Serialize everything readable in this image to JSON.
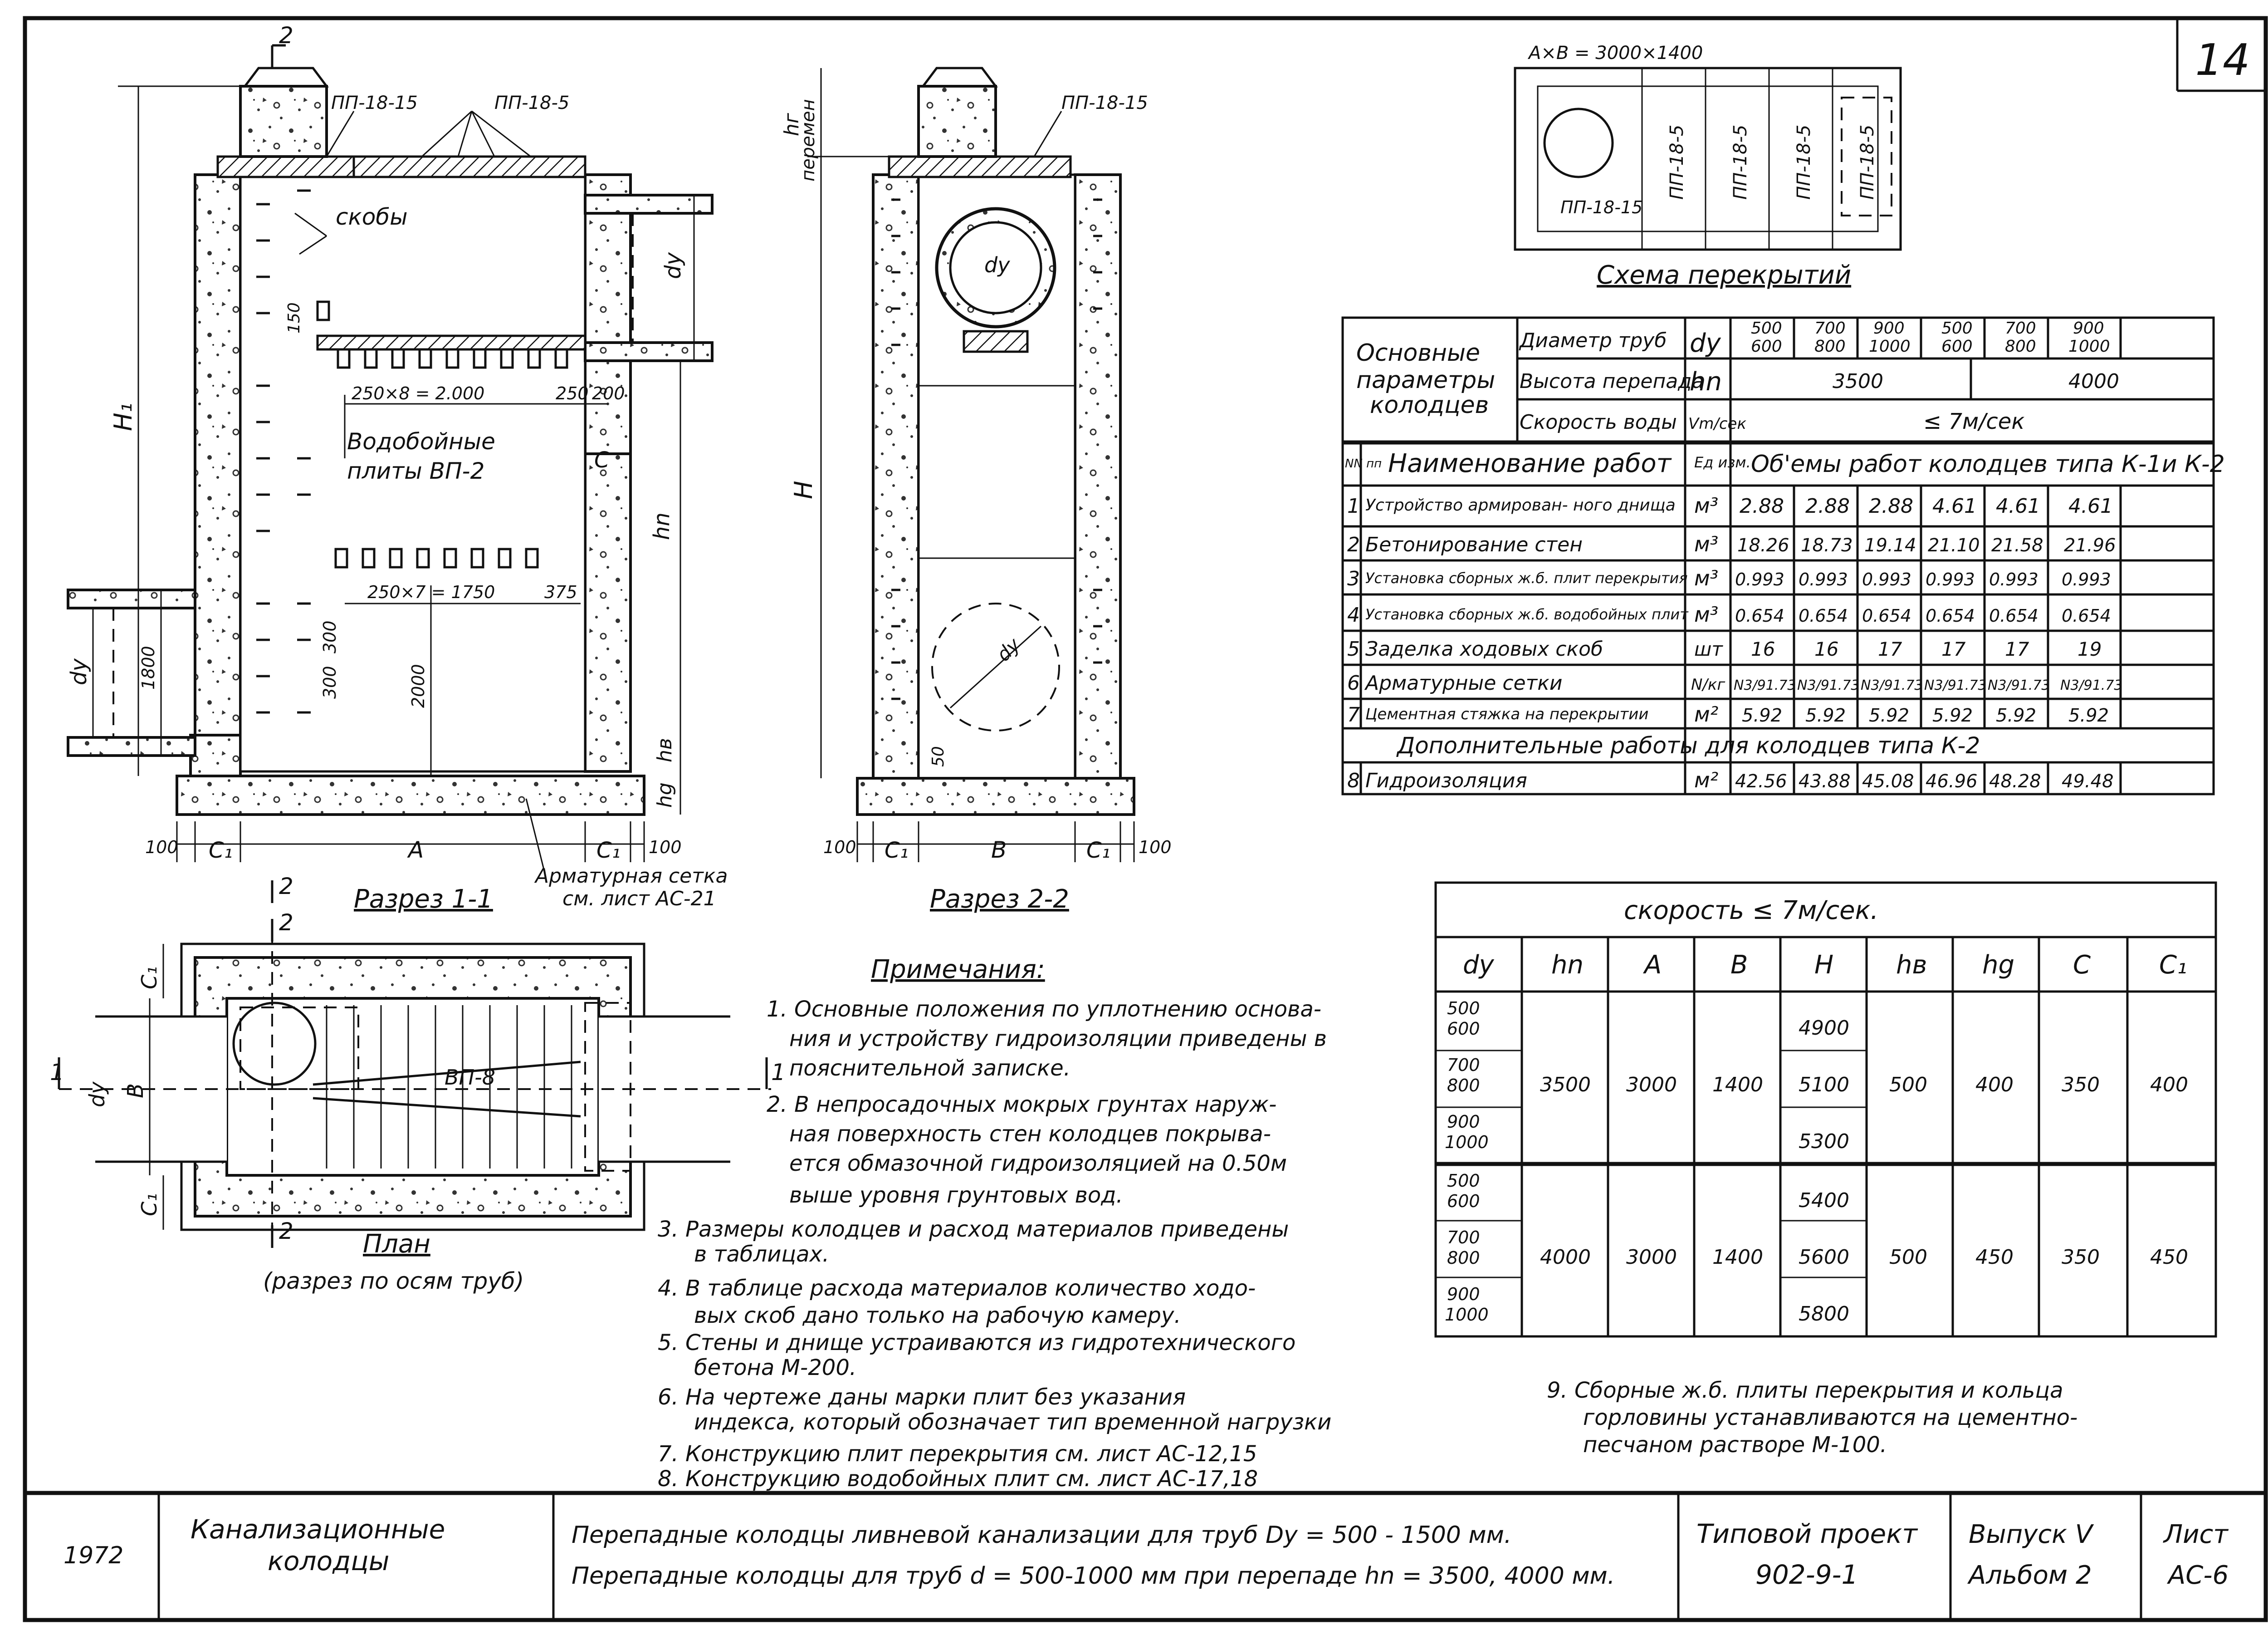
{
  "sheet_number": "14",
  "cover_scheme": {
    "dimension": "A×B = 3000×1400",
    "slabs": [
      "ПП-18-15",
      "ПП-18-5",
      "ПП-18-5",
      "ПП-18-5",
      "ПП-18-5"
    ],
    "caption": "Схема перекрытий"
  },
  "section_1": {
    "title": "Разрез 1-1",
    "labels": {
      "marker_top": "2",
      "slab_a": "ПП-18-15",
      "slab_b": "ПП-18-5",
      "steps": "скобы",
      "dy": "dy",
      "h1": "H₁",
      "dim_150": "150",
      "dim_upper": "250×8 = 2.000",
      "dim_250": "250",
      "dim_200": "200",
      "water_plates_1": "Водобойные",
      "water_plates_2": "плиты ВП-2",
      "c": "C",
      "hn": "hn",
      "dim_lower": "250×7 = 1750",
      "dim_375": "375",
      "dim_1800": "1800",
      "dy_left": "dy",
      "dim_300a": "300",
      "dim_300b": "300",
      "dim_2000": "2000",
      "hv": "hв",
      "hg": "hg",
      "dim_100l": "100",
      "c1_left": "C₁",
      "a": "A",
      "c1_right": "C₁",
      "dim_100r": "100",
      "mesh_note_1": "Арматурная сетка",
      "mesh_note_2": "см. лист АС-21"
    }
  },
  "section_2": {
    "title": "Разрез 2-2",
    "labels": {
      "hg_top": "hг",
      "variable": "перемен",
      "slab": "ПП-18-15",
      "dy_top": "dy",
      "h": "H",
      "dy_bottom": "dy",
      "dim_50": "50",
      "dim_100l": "100",
      "c1_left": "C₁",
      "b": "B",
      "c1_right": "C₁",
      "dim_100r": "100"
    }
  },
  "plan": {
    "title": "План",
    "subtitle": "(разрез по осям труб)",
    "labels": {
      "marker_top": "2",
      "marker_bottom": "2",
      "marker_left": "1",
      "marker_right": "1",
      "c1_top": "C₁",
      "c1_bottom": "C₁",
      "b": "B",
      "dy": "dy",
      "plate": "ВП-8"
    }
  },
  "main_table": {
    "group_header": "Основные параметры колодцев",
    "param_rows": [
      {
        "name": "Диаметр труб",
        "unit": "dy",
        "values": [
          "500\n600",
          "700\n800",
          "900\n1000",
          "500\n600",
          "700\n800",
          "900\n1000"
        ]
      },
      {
        "name": "Высота перепада",
        "unit": "hn",
        "values": [
          "3500",
          "4000"
        ]
      },
      {
        "name": "Скорость воды",
        "unit": "Vm/сек",
        "values": [
          "≤ 7м/сек"
        ]
      }
    ],
    "col_nn": "NN пп",
    "col_name": "Наименование работ",
    "col_unit": "Ед изм.",
    "col_volumes": "Об'емы работ колодцев типа К-1и К-2",
    "rows": [
      {
        "n": "1",
        "name": "Устройство армирован- ного днища",
        "unit": "м³",
        "values": [
          "2.88",
          "2.88",
          "2.88",
          "4.61",
          "4.61",
          "4.61"
        ]
      },
      {
        "n": "2",
        "name": "Бетонирование стен",
        "unit": "м³",
        "values": [
          "18.26",
          "18.73",
          "19.14",
          "21.10",
          "21.58",
          "21.96"
        ]
      },
      {
        "n": "3",
        "name": "Установка сборных ж.б. плит перекрытия",
        "unit": "м³",
        "values": [
          "0.993",
          "0.993",
          "0.993",
          "0.993",
          "0.993",
          "0.993"
        ]
      },
      {
        "n": "4",
        "name": "Установка сборных ж.б. водобойных плит",
        "unit": "м³",
        "values": [
          "0.654",
          "0.654",
          "0.654",
          "0.654",
          "0.654",
          "0.654"
        ]
      },
      {
        "n": "5",
        "name": "Заделка ходовых скоб",
        "unit": "шт",
        "values": [
          "16",
          "16",
          "17",
          "17",
          "17",
          "19"
        ]
      },
      {
        "n": "6",
        "name": "Арматурные сетки",
        "unit": "N/кг",
        "values": [
          "N3/91.73",
          "N3/91.73",
          "N3/91.73",
          "N3/91.73",
          "N3/91.73",
          "N3/91.73"
        ]
      },
      {
        "n": "7",
        "name": "Цементная стяжка на перекрытии",
        "unit": "м²",
        "values": [
          "5.92",
          "5.92",
          "5.92",
          "5.92",
          "5.92",
          "5.92"
        ]
      }
    ],
    "extra_header": "Дополнительные работы для колодцев типа К-2",
    "extra_row": {
      "n": "8",
      "name": "Гидроизоляция",
      "unit": "м²",
      "values": [
        "42.56",
        "43.88",
        "45.08",
        "46.96",
        "48.28",
        "49.48"
      ]
    }
  },
  "dims_table": {
    "title": "скорость ≤ 7м/сек.",
    "headers": [
      "dy",
      "hn",
      "A",
      "B",
      "H",
      "hв",
      "hg",
      "C",
      "C₁"
    ],
    "groups": [
      {
        "dy": [
          "500\n600",
          "700\n800",
          "900\n1000"
        ],
        "hn": "3500",
        "A": "3000",
        "B": "1400",
        "H": [
          "4900",
          "5100",
          "5300"
        ],
        "hv": "500",
        "hg": "400",
        "C": "350",
        "C1": "400"
      },
      {
        "dy": [
          "500\n600",
          "700\n800",
          "900\n1000"
        ],
        "hn": "4000",
        "A": "3000",
        "B": "1400",
        "H": [
          "5400",
          "5600",
          "5800"
        ],
        "hv": "500",
        "hg": "450",
        "C": "350",
        "C1": "450"
      }
    ]
  },
  "notes": {
    "title": "Примечания:",
    "items": [
      "1. Основные положения по уплотнению основа-",
      "ния и устройству гидроизоляции приведены в",
      "пояснительной записке.",
      "2. В непросадочных мокрых грунтах наруж-",
      "ная поверхность стен колодцев покрыва-",
      "ется обмазочной гидроизоляцией на 0.50м",
      "выше уровня грунтовых вод.",
      "3. Размеры колодцев и расход материалов приведены",
      "в таблицах.",
      "4. В таблице расхода материалов количество ходо-",
      "вых скоб дано только на рабочую камеру.",
      "5. Стены и днище устраиваются из гидротехнического",
      "бетона М-200.",
      "6. На чертеже даны марки плит без указания",
      "индекса, который обозначает тип временной нагрузки",
      "7. Конструкцию плит перекрытия см. лист АС-12,15",
      "8. Конструкцию водобойных плит см. лист АС-17,18"
    ],
    "note9": [
      "9. Сборные ж.б. плиты перекрытия и кольца",
      "горловины устанавливаются на цементно-",
      "песчаном растворе М-100."
    ]
  },
  "title_block": {
    "year": "1972",
    "category_1": "Канализационные",
    "category_2": "колодцы",
    "title_1": "Перепадные колодцы ливневой канализации для труб Dy = 500 - 1500 мм.",
    "title_2": "Перепадные колодцы для труб d = 500-1000 мм при перепаде hn = 3500, 4000 мм.",
    "project_1": "Типовой проект",
    "project_2": "902-9-1",
    "issue_1": "Выпуск V",
    "issue_2": "Альбом 2",
    "sheet_1": "Лист",
    "sheet_2": "АС-6"
  }
}
